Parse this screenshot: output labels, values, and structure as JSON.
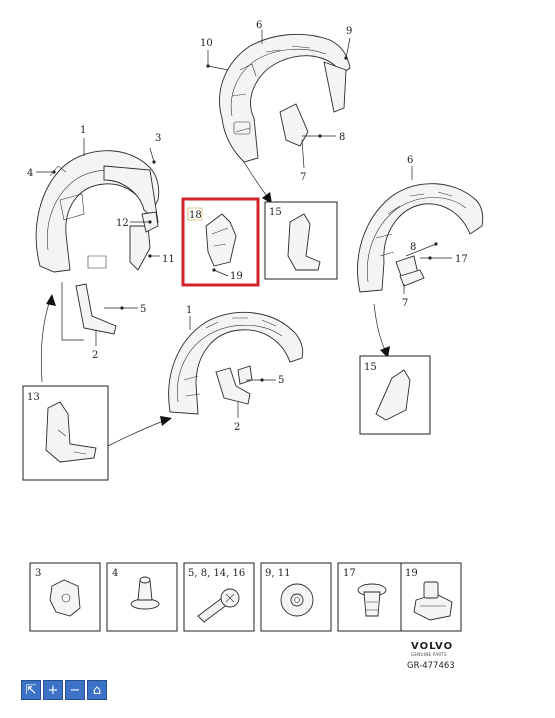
{
  "callouts": {
    "c1": "1",
    "c2a": "2",
    "c2b": "2",
    "c3": "3",
    "c4": "4",
    "c5a": "5",
    "c5b": "5",
    "c6a": "6",
    "c6b": "6",
    "c7a": "7",
    "c7b": "7",
    "c8a": "8",
    "c8b": "8",
    "c9": "9",
    "c10": "10",
    "c11": "11",
    "c12": "12",
    "c13": "13",
    "c15a": "15",
    "c15b": "15",
    "c17": "17",
    "c18": "18",
    "c19": "19"
  },
  "fasteners": [
    {
      "label": "3",
      "icon": "clip-nut-icon"
    },
    {
      "label": "4",
      "icon": "push-rivet-icon"
    },
    {
      "label": "5, 8, 14, 16",
      "icon": "screw-icon"
    },
    {
      "label": "9, 11",
      "icon": "washer-nut-icon"
    },
    {
      "label": "17",
      "icon": "plastic-rivet-icon"
    },
    {
      "label": "19",
      "icon": "clip-icon"
    }
  ],
  "branding": {
    "logo": "VOLVO",
    "tagline": "GENUINE PARTS",
    "ref": "GR-477463"
  },
  "toolbar": {
    "select": "⇱",
    "zoom_in": "+",
    "zoom_out": "−",
    "home": "⌂"
  },
  "colors": {
    "highlight": "#d2232a",
    "toolbar": "#3d73c6"
  }
}
